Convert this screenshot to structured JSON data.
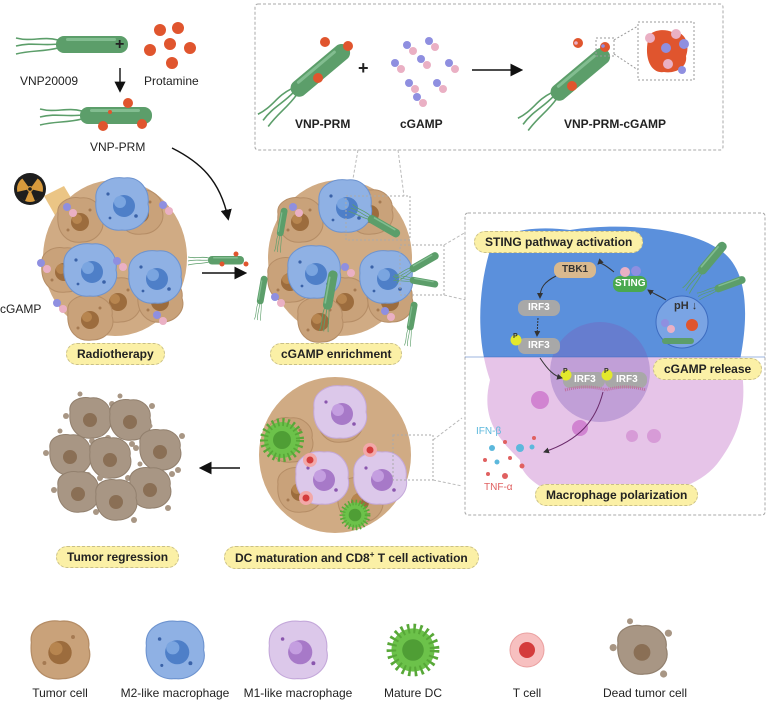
{
  "synthesis": {
    "bacterium_label": "VNP20009",
    "protamine_label": "Protamine",
    "product_label": "VNP-PRM",
    "plus_symbol": "+"
  },
  "loading_box": {
    "reactant1_label": "VNP-PRM",
    "reactant2_label": "cGAMP",
    "product_label": "VNP-PRM-cGAMP",
    "plus_symbol": "+"
  },
  "stages": {
    "radiotherapy": "Radiotherapy",
    "enrichment": "cGAMP enrichment",
    "dc_activation_prefix": "DC maturation and CD8",
    "dc_activation_sup": "+",
    "dc_activation_suffix": " T cell activation",
    "regression": "Tumor regression",
    "cgamp_side_label": "cGAMP"
  },
  "pathway": {
    "title": "STING pathway activation",
    "tbk1": "TBK1",
    "sting": "STING",
    "irf3": "IRF3",
    "phospho": "P",
    "ph_label": "pH ↓",
    "release": "cGAMP release",
    "polarization": "Macrophage polarization",
    "ifn": "IFN-β",
    "tnf": "TNF-α"
  },
  "legend": [
    {
      "label": "Tumor cell",
      "icon": "tumor-cell-icon",
      "color": "#c9a27a"
    },
    {
      "label": "M2-like macrophage",
      "icon": "m2-macrophage-icon",
      "color": "#7ea6dc"
    },
    {
      "label": "M1-like macrophage",
      "icon": "m1-macrophage-icon",
      "color": "#d6c0e6"
    },
    {
      "label": "Mature DC",
      "icon": "mature-dc-icon",
      "color": "#6cc24a"
    },
    {
      "label": "T cell",
      "icon": "t-cell-icon",
      "color": "#f2a8a8"
    },
    {
      "label": "Dead tumor cell",
      "icon": "dead-tumor-cell-icon",
      "color": "#a89684"
    }
  ],
  "colors": {
    "bacterium": "#5c9e6a",
    "protamine": "#e0552e",
    "cgamp_purple": "#8f8fe0",
    "cgamp_pink": "#eab0c4",
    "tumor": "#c9a27a",
    "m2": "#7ea6dc",
    "m1": "#d6c0e6",
    "pill_bg": "#fbf0a6"
  }
}
